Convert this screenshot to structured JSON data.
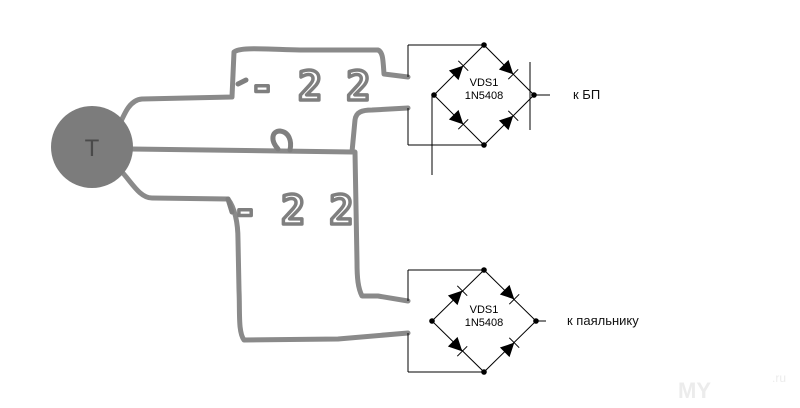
{
  "transformer": {
    "label": "T"
  },
  "windings": [
    {
      "id": "upper",
      "label": "- 2 2"
    },
    {
      "id": "lower",
      "label": "- 2 2"
    }
  ],
  "bridges": [
    {
      "id": "top",
      "designator": "VDS1",
      "part": "1N5408",
      "output_label": "к БП"
    },
    {
      "id": "bottom",
      "designator": "VDS1",
      "part": "1N5408",
      "output_label": "к паяльнику"
    }
  ],
  "watermark": {
    "text": "MY",
    "suffix": ".ru"
  },
  "colors": {
    "hand_wire": "#8a8a8a",
    "transformer_fill": "#7c7c7c",
    "schematic": "#000000"
  }
}
